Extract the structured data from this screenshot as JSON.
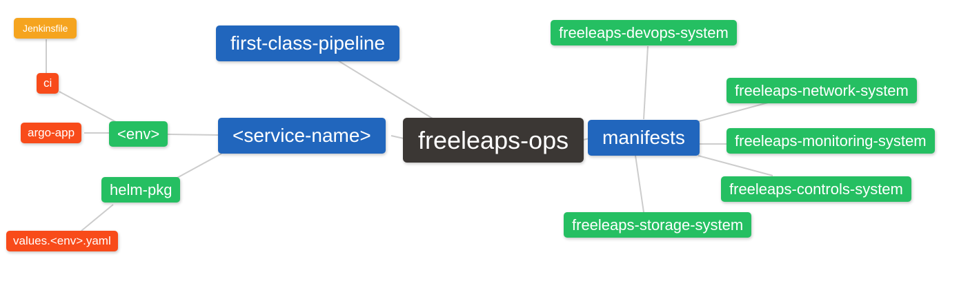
{
  "diagram": {
    "type": "mindmap",
    "root": "freeleaps-ops",
    "nodes": {
      "root": {
        "label": "freeleaps-ops"
      },
      "pipeline": {
        "label": "first-class-pipeline"
      },
      "service": {
        "label": "<service-name>"
      },
      "manifests": {
        "label": "manifests"
      },
      "env": {
        "label": "<env>"
      },
      "helm": {
        "label": "helm-pkg"
      },
      "ci": {
        "label": "ci"
      },
      "argo": {
        "label": "argo-app"
      },
      "jenkinsfile": {
        "label": "Jenkinsfile"
      },
      "values": {
        "label": "values.<env>.yaml"
      },
      "devops": {
        "label": "freeleaps-devops-system"
      },
      "network": {
        "label": "freeleaps-network-system"
      },
      "monitoring": {
        "label": "freeleaps-monitoring-system"
      },
      "controls": {
        "label": "freeleaps-controls-system"
      },
      "storage": {
        "label": "freeleaps-storage-system"
      }
    },
    "edges": [
      {
        "from": "jenkinsfile",
        "to": "ci"
      },
      {
        "from": "ci",
        "to": "env"
      },
      {
        "from": "argo",
        "to": "env"
      },
      {
        "from": "env",
        "to": "service"
      },
      {
        "from": "helm",
        "to": "service"
      },
      {
        "from": "helm",
        "to": "values"
      },
      {
        "from": "service",
        "to": "root"
      },
      {
        "from": "pipeline",
        "to": "root"
      },
      {
        "from": "root",
        "to": "manifests"
      },
      {
        "from": "manifests",
        "to": "devops"
      },
      {
        "from": "manifests",
        "to": "network"
      },
      {
        "from": "manifests",
        "to": "monitoring"
      },
      {
        "from": "manifests",
        "to": "controls"
      },
      {
        "from": "manifests",
        "to": "storage"
      }
    ],
    "colors": {
      "root_bg": "#3b3734",
      "level1_bg": "#2166bd",
      "level2_bg": "#25bf62",
      "level3_bg": "#f84b1a",
      "level4_bg": "#f5a41f",
      "edge": "#cccccc",
      "text": "#ffffff"
    }
  }
}
